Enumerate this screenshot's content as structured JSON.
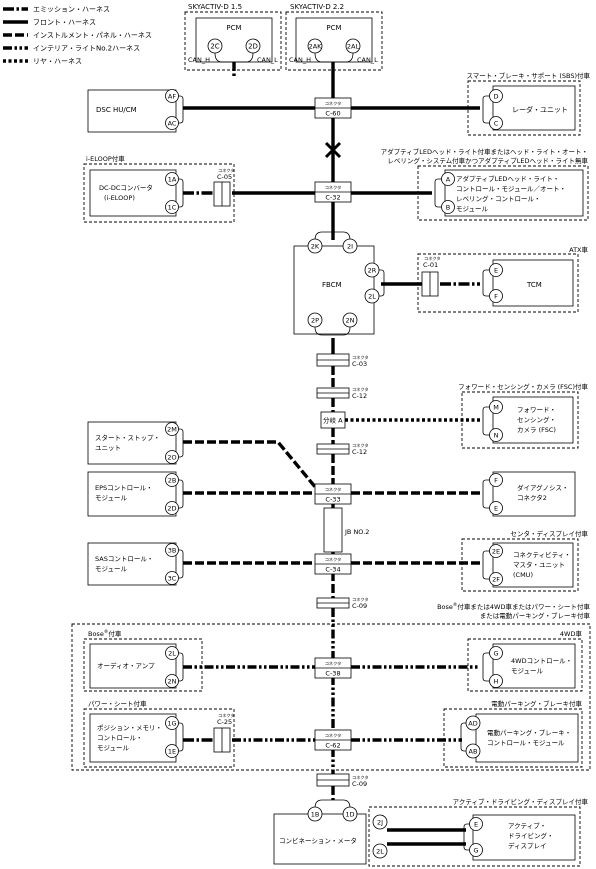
{
  "legend": [
    {
      "label": "エミッション・ハーネス",
      "style": "w-em"
    },
    {
      "label": "フロント・ハーネス",
      "style": "w-fr"
    },
    {
      "label": "インストルメント・パネル・ハーネス",
      "style": "w-ip"
    },
    {
      "label": "インテリア・ライトNo.2ハーネス",
      "style": "w-in"
    },
    {
      "label": "リヤ・ハーネス",
      "style": "w-re"
    }
  ],
  "pcm": {
    "name": "PCM",
    "variant_15": {
      "label": "SKYACTIV-D 1.5",
      "pin_h": "2C",
      "pin_l": "2D",
      "can_h": "CAN_H",
      "can_l": "CAN_L"
    },
    "variant_22": {
      "label": "SKYACTIV-D 2.2",
      "pin_h": "2AK",
      "pin_l": "2AL",
      "can_h": "CAN_H",
      "can_l": "CAN_L"
    }
  },
  "connector_word": "コネクタ",
  "branch_word": "分岐 A",
  "connectors": {
    "c60": "C-60",
    "c32": "C-32",
    "c05": "C-05",
    "c01": "C-01",
    "c03": "C-03",
    "c12a": "C-12",
    "c12b": "C-12",
    "c33": "C-33",
    "c34": "C-34",
    "c09a": "C-09",
    "c38": "C-38",
    "c25": "C-25",
    "c62": "C-62",
    "c09b": "C-09"
  },
  "modules": {
    "dsc": {
      "name": "DSC HU/CM",
      "pins": [
        "AF",
        "AC"
      ]
    },
    "radar": {
      "name": "レーダ・ユニット",
      "pins": [
        "D",
        "C"
      ],
      "option": "スマート・ブレーキ・サポート (SBS)付車"
    },
    "dcdc": {
      "name": [
        "DC-DCコンバータ",
        "(i-ELOOP)"
      ],
      "pins": [
        "1A",
        "1C"
      ],
      "option": "i-ELOOP付車"
    },
    "headlight": {
      "name": [
        "アダプティブLEDヘッド・ライト・",
        "コントロール・モジュール／オート・",
        "レベリング・コントロール・",
        "モジュール"
      ],
      "pins": [
        "A",
        "B"
      ],
      "option": [
        "アダプティブLEDヘッド・ライト付車またはヘッド・ライト・オート・",
        "レベリング・システム付車かつアダプティブLEDヘッド・ライト無車"
      ]
    },
    "fbcm": {
      "name": "FBCM",
      "pins": [
        "2K",
        "2I",
        "2R",
        "2L",
        "2P",
        "2N"
      ]
    },
    "tcm": {
      "name": "TCM",
      "pins": [
        "E",
        "F"
      ],
      "option": "ATX車"
    },
    "fsc": {
      "name": [
        "フォワード・",
        "センシング・",
        "カメラ (FSC)"
      ],
      "pins": [
        "M",
        "N"
      ],
      "option": "フォワード・センシング・カメラ (FSC)付車"
    },
    "startstop": {
      "name": [
        "スタート・ストップ・",
        "ユニット"
      ],
      "pins": [
        "2M",
        "2O"
      ]
    },
    "eps": {
      "name": [
        "EPSコントロール・",
        "モジュール"
      ],
      "pins": [
        "2B",
        "2D"
      ]
    },
    "dlc": {
      "name": [
        "ダイアグノシス・",
        "コネクタ2"
      ],
      "pins": [
        "F",
        "E"
      ]
    },
    "jb": {
      "name": "JB NO.2"
    },
    "sas": {
      "name": [
        "SASコントロール・",
        "モジュール"
      ],
      "pins": [
        "3B",
        "3C"
      ]
    },
    "cmu": {
      "name": [
        "コネクティビティ・",
        "マスタ・ユニット",
        "(CMU)"
      ],
      "pins": [
        "2E",
        "2F"
      ],
      "option": "センタ・ディスプレイ付車"
    },
    "outer_option": [
      "Bose",
      "®",
      "付車または4WD車またはパワー・シート付車",
      "または電動パーキング・ブレーキ付車"
    ],
    "audio": {
      "name": "オーディオ・アンプ",
      "pins": [
        "2L",
        "2N"
      ],
      "option": [
        "Bose",
        "®",
        "付車"
      ]
    },
    "awd": {
      "name": [
        "4WDコントロール・",
        "モジュール"
      ],
      "pins": [
        "G",
        "H"
      ],
      "option": "4WD車"
    },
    "seat": {
      "name": [
        "ポジション・メモリ・",
        "コントロール・",
        "モジュール"
      ],
      "pins": [
        "1G",
        "1E"
      ],
      "option": "パワー・シート付車"
    },
    "epb": {
      "name": [
        "電動パーキング・ブレーキ・",
        "コントロール・モジュール"
      ],
      "pins": [
        "AD",
        "AB"
      ],
      "option": "電動パーキング・ブレーキ付車"
    },
    "meter": {
      "name": "コンビネーション・メータ",
      "pins": [
        "1B",
        "1D"
      ]
    },
    "adisp": {
      "name": [
        "アクティブ・",
        "ドライビング・",
        "ディスプレイ"
      ],
      "pins": [
        "2J",
        "2L",
        "E",
        "G"
      ],
      "option": "アクティブ・ドライビング・ディスプレイ付車"
    }
  }
}
